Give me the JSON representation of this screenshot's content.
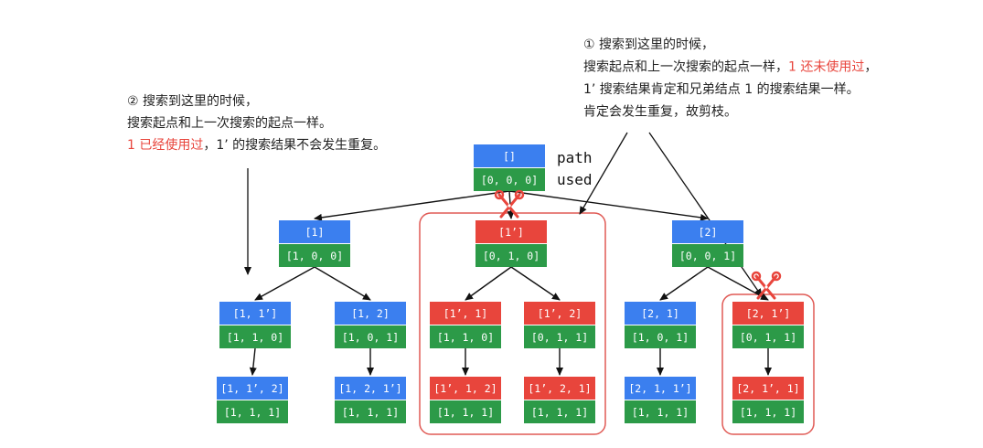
{
  "legend": {
    "path": "path",
    "used": "used"
  },
  "annotations": {
    "right": [
      [
        {
          "t": "① 搜索到这里的时候，"
        }
      ],
      [
        {
          "t": "搜索起点和上一次搜索的起点一样，"
        },
        {
          "t": "1 还未使用过",
          "hl": true
        },
        {
          "t": "，"
        }
      ],
      [
        {
          "t": "1’ 搜索结果肯定和兄弟结点 1 的搜索结果一样。"
        }
      ],
      [
        {
          "t": "肯定会发生重复，故剪枝。"
        }
      ]
    ],
    "left": [
      [
        {
          "t": "② 搜索到这里的时候，"
        }
      ],
      [
        {
          "t": "搜索起点和上一次搜索的起点一样。"
        }
      ],
      [
        {
          "t": "1 已经使用过",
          "hl": true
        },
        {
          "t": "，1’ 的搜索结果不会发生重复。"
        }
      ]
    ]
  },
  "colors": {
    "blue": "#3b7fef",
    "green": "#2c9a48",
    "red": "#e8453c",
    "outline": "#e05a55",
    "text": "#ffffff"
  },
  "nodes": [
    {
      "id": "root",
      "path": "[]",
      "used": "[0, 0, 0]",
      "color": "blue"
    },
    {
      "id": "n1",
      "path": "[1]",
      "used": "[1, 0, 0]",
      "color": "blue"
    },
    {
      "id": "n1p",
      "path": "[1’]",
      "used": "[0, 1, 0]",
      "color": "red"
    },
    {
      "id": "n2",
      "path": "[2]",
      "used": "[0, 0, 1]",
      "color": "blue"
    },
    {
      "id": "n11",
      "path": "[1, 1’]",
      "used": "[1, 1, 0]",
      "color": "blue"
    },
    {
      "id": "n12",
      "path": "[1, 2]",
      "used": "[1, 0, 1]",
      "color": "blue"
    },
    {
      "id": "n1p1",
      "path": "[1’, 1]",
      "used": "[1, 1, 0]",
      "color": "red"
    },
    {
      "id": "n1p2",
      "path": "[1’, 2]",
      "used": "[0, 1, 1]",
      "color": "red"
    },
    {
      "id": "n21",
      "path": "[2, 1]",
      "used": "[1, 0, 1]",
      "color": "blue"
    },
    {
      "id": "n21p",
      "path": "[2, 1’]",
      "used": "[0, 1, 1]",
      "color": "red"
    },
    {
      "id": "l1",
      "path": "[1, 1’, 2]",
      "used": "[1, 1, 1]",
      "color": "blue"
    },
    {
      "id": "l2",
      "path": "[1, 2, 1’]",
      "used": "[1, 1, 1]",
      "color": "blue"
    },
    {
      "id": "l3",
      "path": "[1’, 1, 2]",
      "used": "[1, 1, 1]",
      "color": "red"
    },
    {
      "id": "l4",
      "path": "[1’, 2, 1]",
      "used": "[1, 1, 1]",
      "color": "red"
    },
    {
      "id": "l5",
      "path": "[2, 1, 1’]",
      "used": "[1, 1, 1]",
      "color": "blue"
    },
    {
      "id": "l6",
      "path": "[2, 1’, 1]",
      "used": "[1, 1, 1]",
      "color": "red"
    }
  ],
  "edges": [
    [
      "root",
      "n1"
    ],
    [
      "root",
      "n1p"
    ],
    [
      "root",
      "n2"
    ],
    [
      "n1",
      "n11"
    ],
    [
      "n1",
      "n12"
    ],
    [
      "n1p",
      "n1p1"
    ],
    [
      "n1p",
      "n1p2"
    ],
    [
      "n2",
      "n21"
    ],
    [
      "n2",
      "n21p"
    ],
    [
      "n11",
      "l1"
    ],
    [
      "n12",
      "l2"
    ],
    [
      "n1p1",
      "l3"
    ],
    [
      "n1p2",
      "l4"
    ],
    [
      "n21",
      "l5"
    ],
    [
      "n21p",
      "l6"
    ]
  ],
  "pruned_groups": [
    {
      "name": "pruned-subtree-1p",
      "members": [
        "n1p",
        "n1p1",
        "n1p2",
        "l3",
        "l4"
      ]
    },
    {
      "name": "pruned-subtree-21p",
      "members": [
        "n21p",
        "l6"
      ]
    }
  ],
  "scissors_on": [
    "n1p",
    "n21p"
  ]
}
